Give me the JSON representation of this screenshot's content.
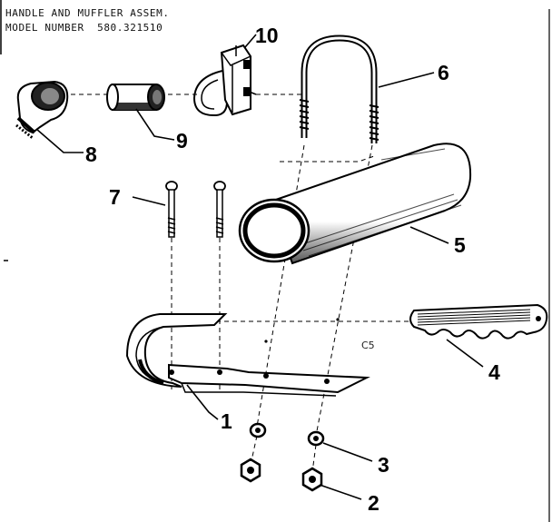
{
  "header": {
    "line1": "HANDLE AND MUFFLER ASSEM.",
    "line2": "MODEL NUMBER  580.321510"
  },
  "callouts": {
    "c1": "1",
    "c2": "2",
    "c3": "3",
    "c4": "4",
    "c5": "5",
    "c6": "6",
    "c7": "7",
    "c8": "8",
    "c9": "9",
    "c10": "10"
  },
  "marks": {
    "c5_code": "C5"
  }
}
